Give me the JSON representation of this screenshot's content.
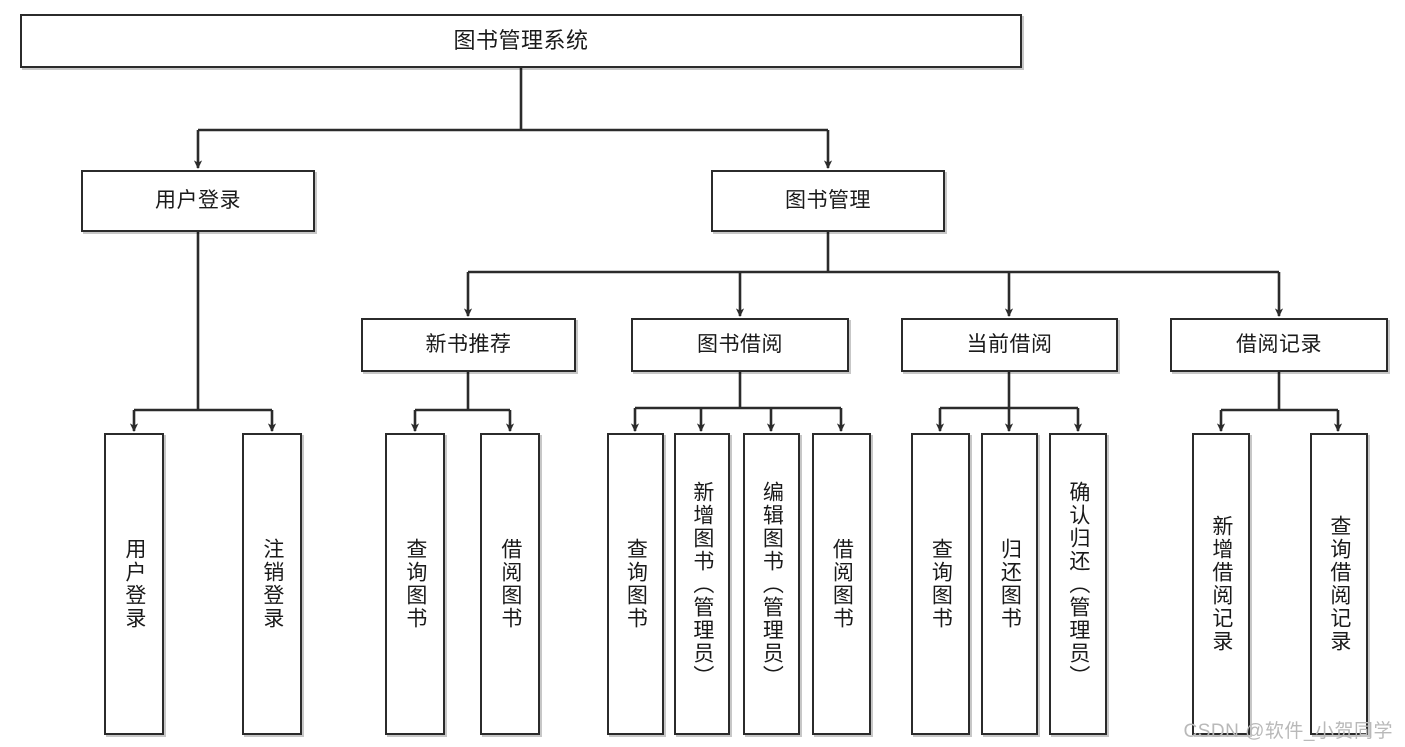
{
  "diagram": {
    "title": "图书管理系统",
    "type": "functional-structure-tree",
    "watermark": "CSDN @软件_小贺同学",
    "colors": {
      "node_border": "#2b2b2b",
      "node_fill": "#ffffff",
      "edge": "#2b2b2b",
      "text": "#1a1a1a",
      "watermark": "#b9b9b9",
      "background": "#ffffff"
    }
  },
  "nodes": {
    "root": {
      "label": "图书管理系统"
    },
    "level2": [
      {
        "label": "用户登录"
      },
      {
        "label": "图书管理"
      }
    ],
    "level3": [
      {
        "label": "新书推荐"
      },
      {
        "label": "图书借阅"
      },
      {
        "label": "当前借阅"
      },
      {
        "label": "借阅记录"
      }
    ],
    "leaves": {
      "user_login": [
        {
          "label": "用户登录"
        },
        {
          "label": "注销登录"
        }
      ],
      "new_book_recommend": [
        {
          "label": "查询图书"
        },
        {
          "label": "借阅图书"
        }
      ],
      "book_borrow": [
        {
          "label": "查询图书"
        },
        {
          "label": "新增图书（管理员）"
        },
        {
          "label": "编辑图书（管理员）"
        },
        {
          "label": "借阅图书"
        }
      ],
      "current_borrow": [
        {
          "label": "查询图书"
        },
        {
          "label": "归还图书"
        },
        {
          "label": "确认归还（管理员）"
        }
      ],
      "borrow_record": [
        {
          "label": "新增借阅记录"
        },
        {
          "label": "查询借阅记录"
        }
      ]
    }
  }
}
